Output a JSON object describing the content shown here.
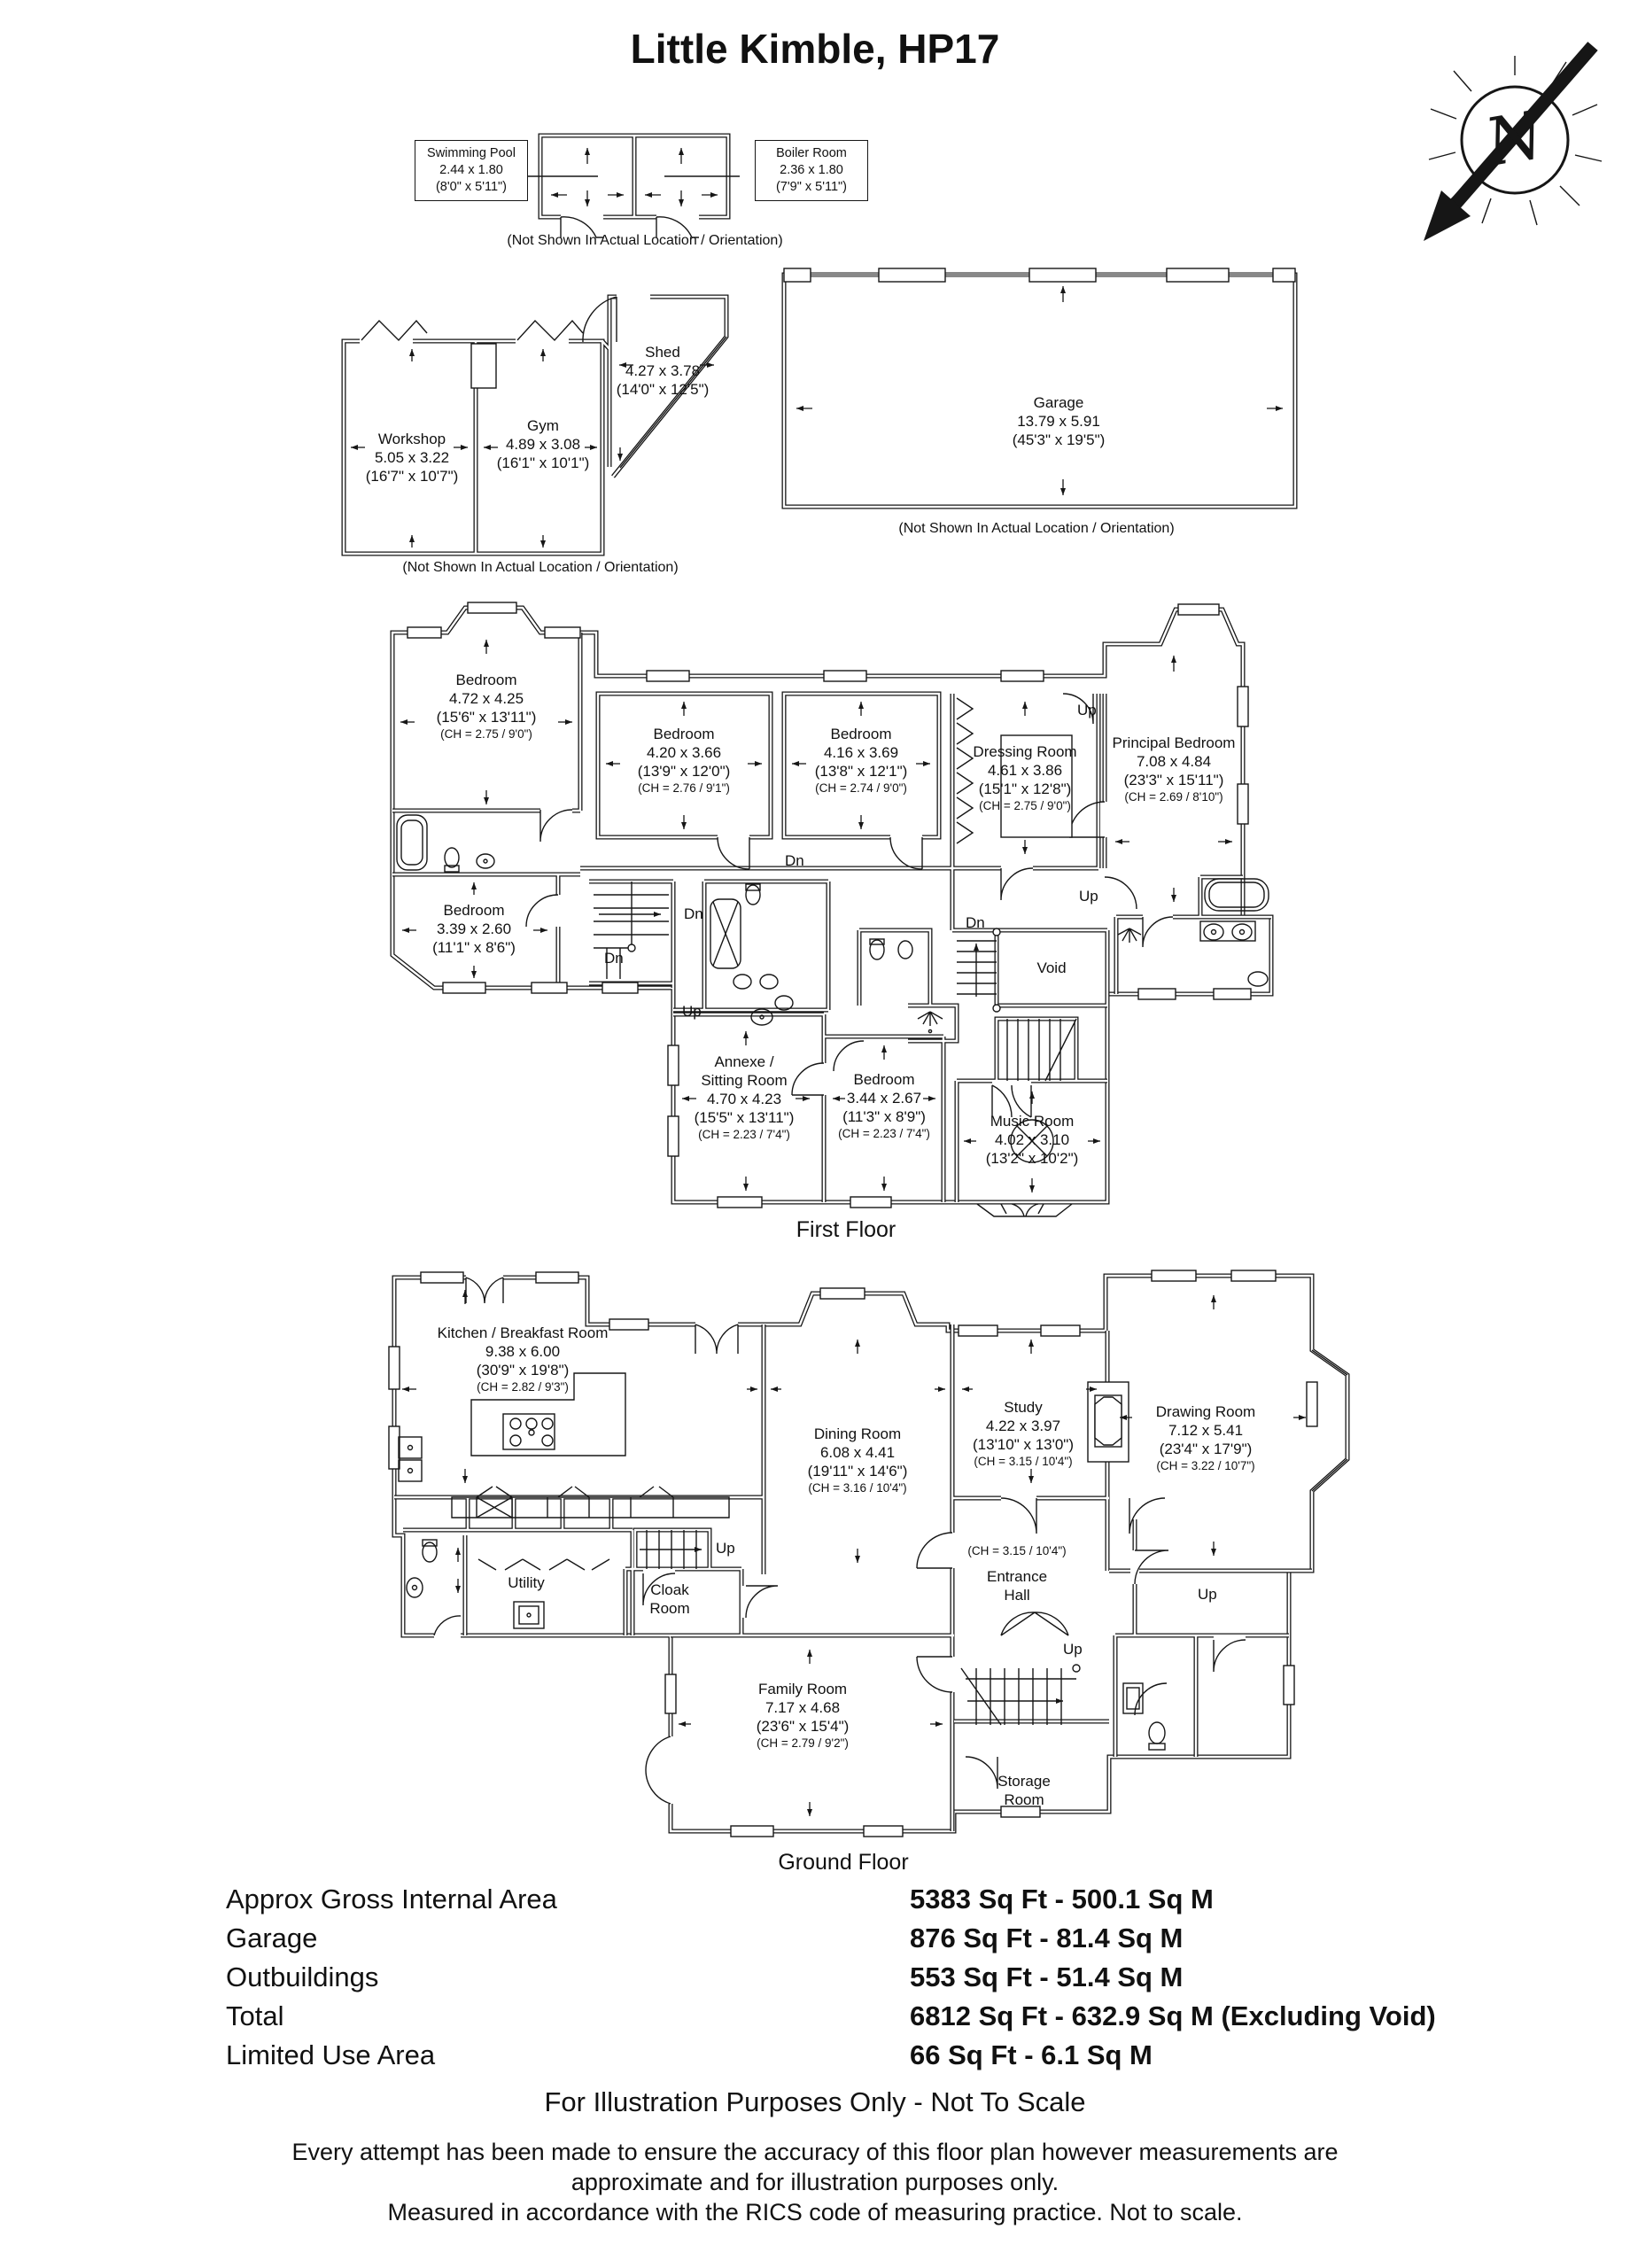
{
  "title": "Little Kimble, HP17",
  "compass": {
    "letter": "N"
  },
  "captions": {
    "not_shown_pool": "(Not Shown In Actual Location / Orientation)",
    "not_shown_workshop": "(Not Shown In Actual Location / Orientation)",
    "not_shown_garage": "(Not Shown In Actual Location / Orientation)",
    "first_floor": "First Floor",
    "ground_floor": "Ground Floor",
    "illustration": "For Illustration Purposes Only - Not To Scale"
  },
  "stair_labels": {
    "up": "Up",
    "dn": "Dn"
  },
  "rooms": {
    "swimming_pool": {
      "name": "Swimming Pool",
      "m": "2.44 x 1.80",
      "ft": "(8'0\" x 5'11\")"
    },
    "boiler_room": {
      "name": "Boiler Room",
      "m": "2.36 x 1.80",
      "ft": "(7'9\" x 5'11\")"
    },
    "workshop": {
      "name": "Workshop",
      "m": "5.05 x 3.22",
      "ft": "(16'7\" x 10'7\")"
    },
    "gym": {
      "name": "Gym",
      "m": "4.89 x 3.08",
      "ft": "(16'1\" x 10'1\")"
    },
    "shed": {
      "name": "Shed",
      "m": "4.27 x 3.78",
      "ft": "(14'0\" x 12'5\")"
    },
    "garage": {
      "name": "Garage",
      "m": "13.79 x 5.91",
      "ft": "(45'3\" x 19'5\")"
    },
    "ff_bedroom_1": {
      "name": "Bedroom",
      "m": "4.72 x 4.25",
      "ft": "(15'6\" x 13'11\")",
      "ch": "(CH = 2.75 / 9'0\")"
    },
    "ff_bedroom_2": {
      "name": "Bedroom",
      "m": "4.20 x 3.66",
      "ft": "(13'9\" x 12'0\")",
      "ch": "(CH = 2.76 / 9'1\")"
    },
    "ff_bedroom_3": {
      "name": "Bedroom",
      "m": "4.16 x 3.69",
      "ft": "(13'8\" x 12'1\")",
      "ch": "(CH = 2.74 / 9'0\")"
    },
    "dressing_room": {
      "name": "Dressing Room",
      "m": "4.61 x 3.86",
      "ft": "(15'1\" x 12'8\")",
      "ch": "(CH = 2.75 / 9'0\")"
    },
    "principal_bedroom": {
      "name": "Principal Bedroom",
      "m": "7.08 x 4.84",
      "ft": "(23'3\" x 15'11\")",
      "ch": "(CH = 2.69 / 8'10\")"
    },
    "ff_bedroom_4": {
      "name": "Bedroom",
      "m": "3.39 x 2.60",
      "ft": "(11'1\" x 8'6\")"
    },
    "annexe": {
      "name": "Annexe /",
      "name2": "Sitting Room",
      "m": "4.70 x 4.23",
      "ft": "(15'5\" x 13'11\")",
      "ch": "(CH = 2.23 / 7'4\")"
    },
    "ff_bedroom_5": {
      "name": "Bedroom",
      "m": "3.44 x 2.67",
      "ft": "(11'3\" x 8'9\")",
      "ch": "(CH = 2.23 / 7'4\")"
    },
    "music_room": {
      "name": "Music Room",
      "m": "4.02 x 3.10",
      "ft": "(13'2\" x 10'2\")"
    },
    "void": {
      "name": "Void"
    },
    "kitchen": {
      "name": "Kitchen / Breakfast Room",
      "m": "9.38 x 6.00",
      "ft": "(30'9\" x 19'8\")",
      "ch": "(CH = 2.82 / 9'3\")"
    },
    "dining_room": {
      "name": "Dining Room",
      "m": "6.08 x 4.41",
      "ft": "(19'11\" x 14'6\")",
      "ch": "(CH = 3.16 / 10'4\")"
    },
    "study": {
      "name": "Study",
      "m": "4.22 x 3.97",
      "ft": "(13'10\" x 13'0\")",
      "ch": "(CH = 3.15 / 10'4\")"
    },
    "drawing_room": {
      "name": "Drawing Room",
      "m": "7.12 x 5.41",
      "ft": "(23'4\" x 17'9\")",
      "ch": "(CH = 3.22 / 10'7\")"
    },
    "entrance_hall": {
      "ch": "(CH = 3.15 / 10'4\")",
      "name": "Entrance",
      "name2": "Hall"
    },
    "utility": {
      "name": "Utility"
    },
    "cloak_room": {
      "name": "Cloak",
      "name2": "Room"
    },
    "family_room": {
      "name": "Family Room",
      "m": "7.17 x 4.68",
      "ft": "(23'6\" x 15'4\")",
      "ch": "(CH = 2.79 / 9'2\")"
    },
    "storage_room": {
      "name": "Storage",
      "name2": "Room"
    }
  },
  "summary": {
    "rows": [
      {
        "label": "Approx Gross Internal Area",
        "value": "5383 Sq Ft - 500.1 Sq M"
      },
      {
        "label": "Garage",
        "value": "876 Sq Ft - 81.4 Sq M"
      },
      {
        "label": "Outbuildings",
        "value": "553 Sq Ft - 51.4 Sq M"
      },
      {
        "label": "Total",
        "value": "6812 Sq Ft - 632.9 Sq M (Excluding Void)"
      },
      {
        "label": "Limited Use Area",
        "value": "66 Sq Ft - 6.1 Sq M"
      }
    ]
  },
  "disclaimer": {
    "line1": "Every attempt has been made to ensure the accuracy of this floor plan however measurements are",
    "line2": "approximate and for illustration purposes only.",
    "line3": "Measured in accordance with the RICS code of measuring practice. Not to scale."
  },
  "colors": {
    "line": "#161616",
    "bg": "#ffffff"
  }
}
